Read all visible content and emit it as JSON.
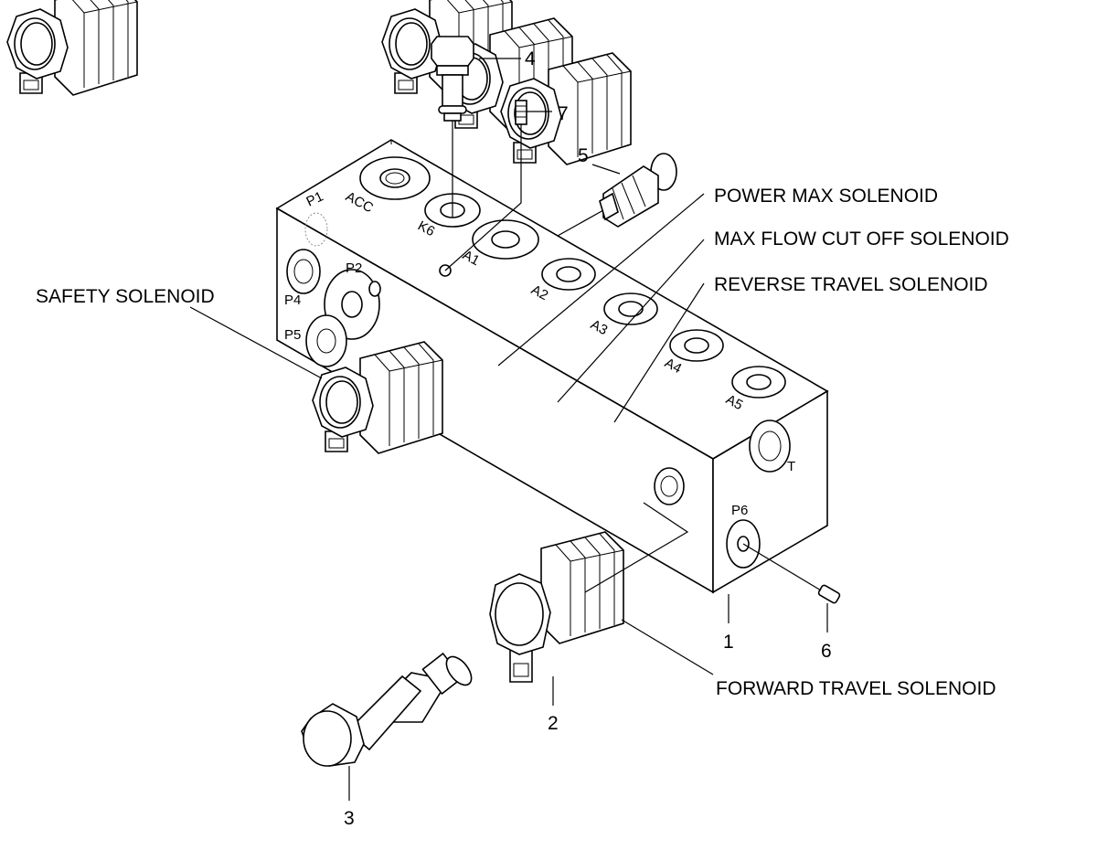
{
  "callouts": {
    "power_max": "POWER MAX SOLENOID",
    "max_flow": "MAX FLOW CUT OFF SOLENOID",
    "reverse_travel": "REVERSE TRAVEL SOLENOID",
    "safety": "SAFETY SOLENOID",
    "forward_travel": "FORWARD TRAVEL SOLENOID"
  },
  "part_numbers": {
    "p1": "1",
    "p2": "2",
    "p3": "3",
    "p4": "4",
    "p5": "5",
    "p6": "6",
    "p7": "7"
  },
  "ports": {
    "acc": "ACC",
    "k6": "K6",
    "a1": "A1",
    "a2": "A2",
    "a3": "A3",
    "a4": "A4",
    "a5": "A5",
    "p1": "P1",
    "p2": "P2",
    "p4": "P4",
    "p5": "P5",
    "p6": "P6",
    "t": "T"
  },
  "icons": [
    "valve-block-icon",
    "solenoid-coil-icon",
    "plug-bolt-icon",
    "fitting-icon",
    "set-screw-icon"
  ]
}
